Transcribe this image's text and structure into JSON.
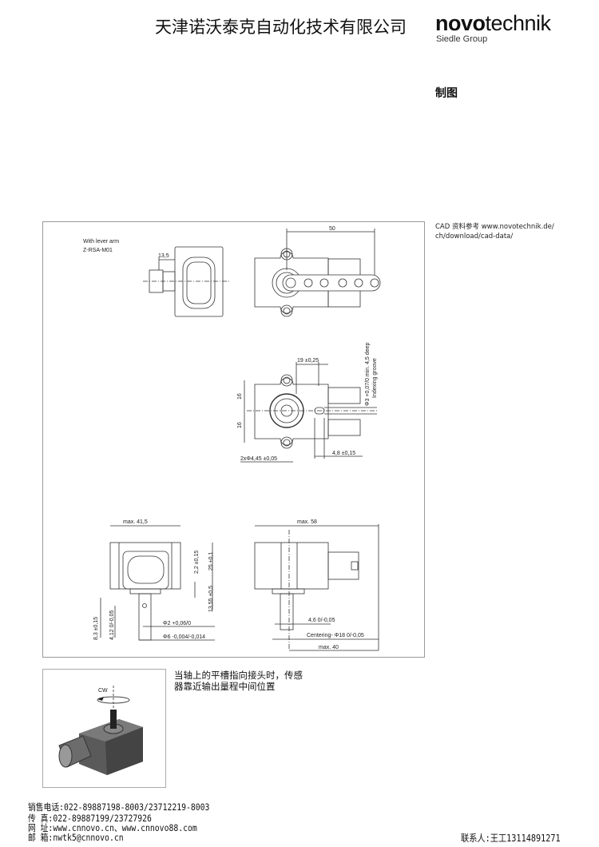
{
  "header": {
    "company": "天津诺沃泰克自动化技术有限公司",
    "logo": {
      "bold": "novo",
      "light": "technik",
      "lettering": "novotechnik"
    },
    "subtitle": "Siedle Group",
    "drawing_title": "制图"
  },
  "cad_note": {
    "line1": "CAD 资料参考 www.novotechnik.de/",
    "line2": "ch/download/cad-data/"
  },
  "drawing": {
    "lever_label": "With lever arm",
    "lever_model": "Z-RSA-M01",
    "dims": {
      "d13_5": "13,5",
      "d50": "50",
      "d19": "19 ±0,25",
      "d16a": "16",
      "d16b": "16",
      "hole": "2xΦ4,45 ±0,05",
      "d4_8": "4,8 ±0,15",
      "groove": "Φ3 +0,07/0 min. 4,5 deep",
      "groove_label": "Indexing groove",
      "max41_5": "max. 41,5",
      "d2_2": "2,2 ±0,15",
      "d25": "25 ±0,1",
      "d13_55": "13,55 ±0,5",
      "d8_3": "8,3 ±0,15",
      "d4_12": "4,12 0/-0,05",
      "phi2": "Φ2 +0,06/0",
      "phi6": "Φ6 -0,004/-0,014",
      "max58": "max. 58",
      "d4_6": "4,6 0/-0,05",
      "centering": "Centering- Φ18 0/-0,05",
      "max40": "max. 40"
    }
  },
  "photo": {
    "rotation_label": "CW"
  },
  "note": "当轴上的平槽指向接头时，传感器靠近输出量程中间位置",
  "footer": {
    "sales": "销售电话:022-89887198-8003/23712219-8003",
    "fax": "传  真:022-89887199/23727926",
    "web": "网  址:www.cnnovo.cn、www.cnnovo88.com",
    "email": "邮  箱:nwtk5@cnnovo.cn",
    "contact": "联系人:王工13114891271"
  }
}
